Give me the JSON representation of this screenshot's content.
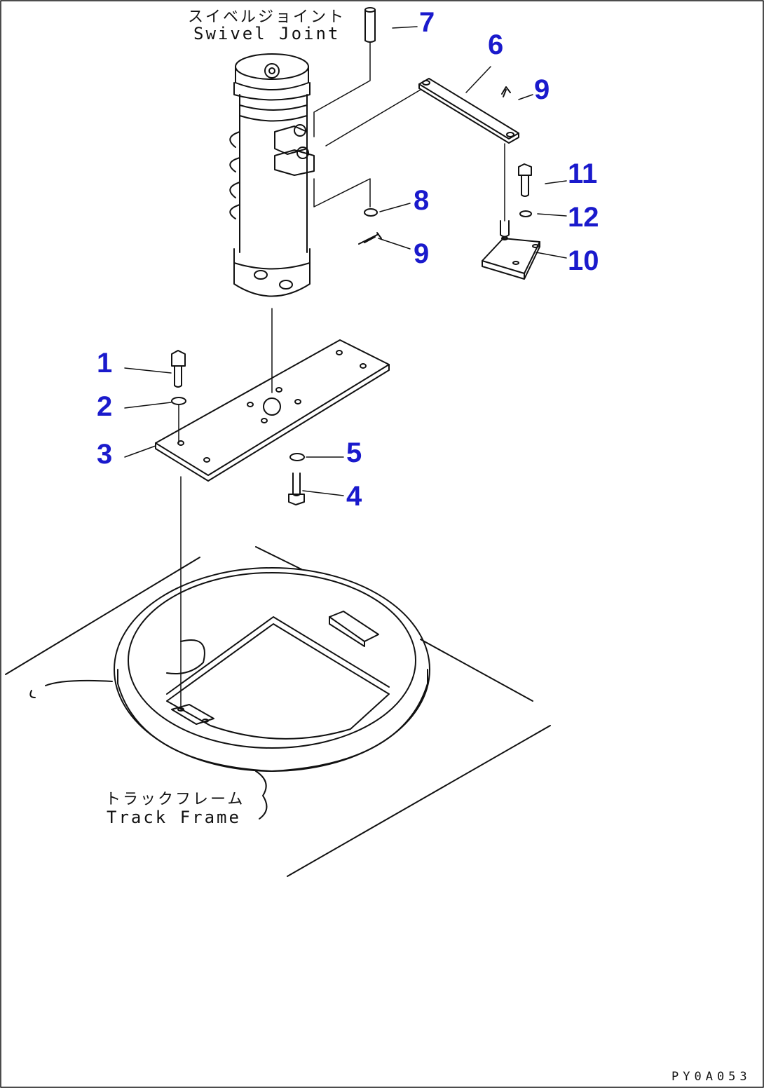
{
  "colors": {
    "callout": "#1a1acc",
    "line": "#111111",
    "background": "#ffffff"
  },
  "captions": {
    "swivel_jp": "スイベルジョイント",
    "swivel_en": "Swivel Joint",
    "track_jp": "トラックフレーム",
    "track_en": "Track Frame"
  },
  "drawing_code": "PY0A053",
  "callouts": {
    "c1": "1",
    "c2": "2",
    "c3": "3",
    "c4": "4",
    "c5": "5",
    "c6": "6",
    "c7": "7",
    "c8": "8",
    "c9a": "9",
    "c9b": "9",
    "c10": "10",
    "c11": "11",
    "c12": "12"
  }
}
